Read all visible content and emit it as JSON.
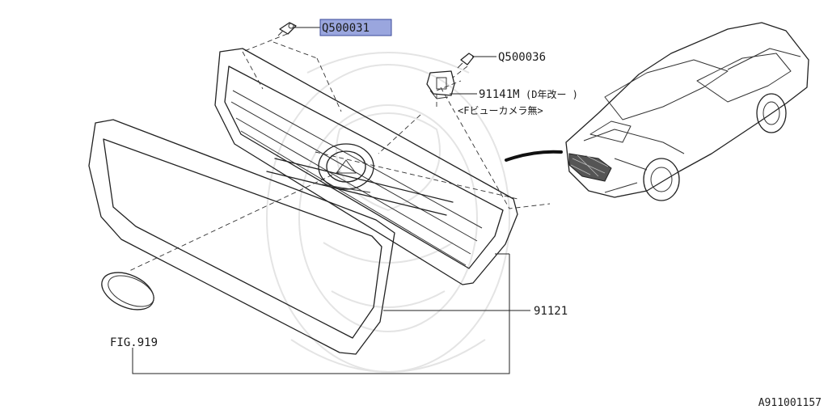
{
  "diagram": {
    "id": "A911001157",
    "parts": {
      "clip_top": "Q500031",
      "clip_bracket": "Q500036",
      "bracket": "91141M",
      "grille": "91121"
    },
    "notes": {
      "bracket_note_1": "(D年改ー  )",
      "bracket_note_2": "<Fビューカメラ無>"
    },
    "fig_ref": "FIG.919",
    "colors": {
      "highlight": "#9aa6de",
      "outline": "#222222",
      "watermark": "#e4e4e4"
    }
  }
}
